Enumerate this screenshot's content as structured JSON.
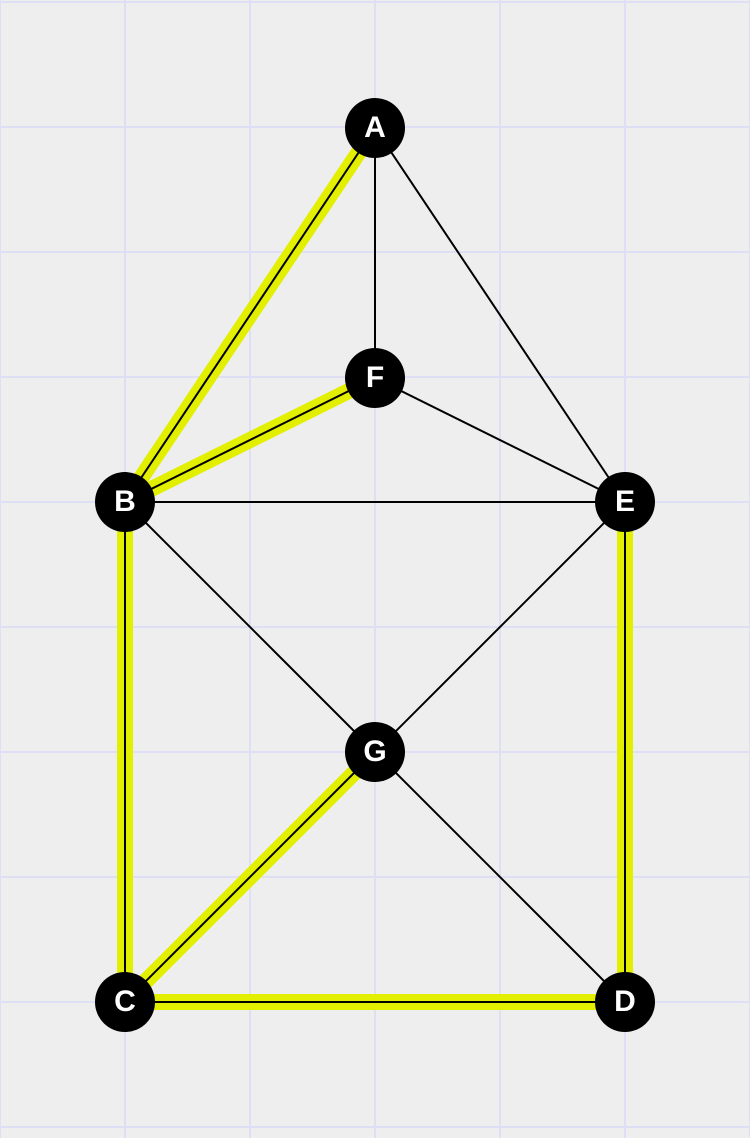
{
  "diagram": {
    "type": "graph",
    "colors": {
      "background": "#eeeeee",
      "grid": "#dedef5",
      "edge": "#000000",
      "highlight": "#e2ef00",
      "node_fill": "#000000",
      "node_text": "#ffffff"
    },
    "nodes": [
      {
        "id": "A",
        "label": "A"
      },
      {
        "id": "F",
        "label": "F"
      },
      {
        "id": "B",
        "label": "B"
      },
      {
        "id": "E",
        "label": "E"
      },
      {
        "id": "G",
        "label": "G"
      },
      {
        "id": "C",
        "label": "C"
      },
      {
        "id": "D",
        "label": "D"
      }
    ],
    "edges": [
      {
        "from": "A",
        "to": "B",
        "highlighted": true
      },
      {
        "from": "A",
        "to": "F",
        "highlighted": false
      },
      {
        "from": "A",
        "to": "E",
        "highlighted": false
      },
      {
        "from": "F",
        "to": "B",
        "highlighted": true
      },
      {
        "from": "F",
        "to": "E",
        "highlighted": false
      },
      {
        "from": "B",
        "to": "E",
        "highlighted": false
      },
      {
        "from": "B",
        "to": "G",
        "highlighted": false
      },
      {
        "from": "B",
        "to": "C",
        "highlighted": true
      },
      {
        "from": "E",
        "to": "G",
        "highlighted": false
      },
      {
        "from": "E",
        "to": "D",
        "highlighted": true
      },
      {
        "from": "G",
        "to": "C",
        "highlighted": true
      },
      {
        "from": "G",
        "to": "D",
        "highlighted": false
      },
      {
        "from": "C",
        "to": "D",
        "highlighted": true
      }
    ]
  }
}
